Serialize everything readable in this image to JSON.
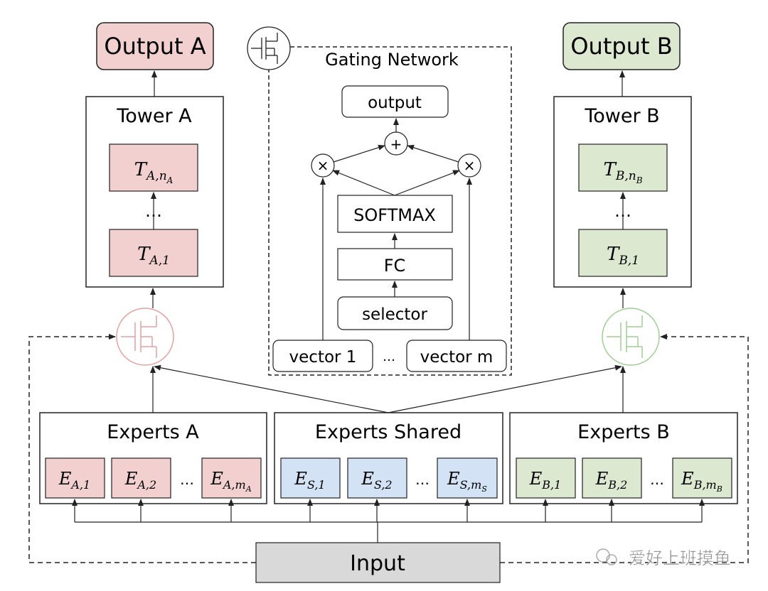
{
  "colors": {
    "tower_a_fill": "#f2d0cf",
    "tower_b_fill": "#dce8d0",
    "shared_fill": "#d3e2f5",
    "input_fill": "#d9d9d9",
    "gate_a_stroke": "#e8a0a0",
    "gate_b_stroke": "#9fcf92",
    "stroke": "#222222"
  },
  "output_a": "Output A",
  "output_b": "Output B",
  "tower_a": {
    "title": "Tower A",
    "top": {
      "base": "T",
      "sub": "A,n",
      "subsub": "A"
    },
    "bottom": {
      "base": "T",
      "sub": "A,1"
    },
    "dots": "…"
  },
  "tower_b": {
    "title": "Tower B",
    "top": {
      "base": "T",
      "sub": "B,n",
      "subsub": "B"
    },
    "bottom": {
      "base": "T",
      "sub": "B,1"
    },
    "dots": "…"
  },
  "gating": {
    "title": "Gating Network",
    "output": "output",
    "plus": "+",
    "times": "×",
    "softmax": "SOFTMAX",
    "fc": "FC",
    "selector": "selector",
    "vector1": "vector 1",
    "vectorm": "vector m",
    "dots": "…"
  },
  "experts_a": {
    "title": "Experts A",
    "e1": {
      "base": "E",
      "sub": "A,1"
    },
    "e2": {
      "base": "E",
      "sub": "A,2"
    },
    "em": {
      "base": "E",
      "sub": "A,m",
      "subsub": "A"
    },
    "dots": "…"
  },
  "experts_shared": {
    "title": "Experts Shared",
    "e1": {
      "base": "E",
      "sub": "S,1"
    },
    "e2": {
      "base": "E",
      "sub": "S,2"
    },
    "em": {
      "base": "E",
      "sub": "S,m",
      "subsub": "S"
    },
    "dots": "…"
  },
  "experts_b": {
    "title": "Experts B",
    "e1": {
      "base": "E",
      "sub": "B,1"
    },
    "e2": {
      "base": "E",
      "sub": "B,2"
    },
    "em": {
      "base": "E",
      "sub": "B,m",
      "subsub": "B"
    },
    "dots": "…"
  },
  "input": "Input",
  "watermark": "爱好上班摸鱼"
}
